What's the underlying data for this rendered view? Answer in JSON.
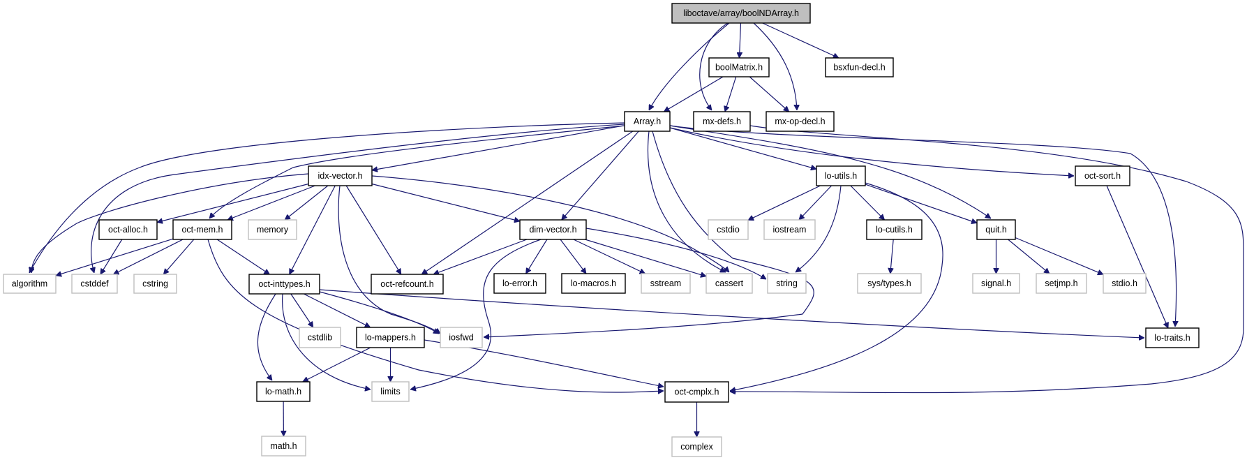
{
  "title": "liboctave/array/boolNDArray.h",
  "colors": {
    "edge": "#191970",
    "root_fill": "#bfbfbf",
    "project_border": "#000000",
    "system_border": "#bfbfbf"
  },
  "nodes": [
    {
      "id": "boolNDArray",
      "label": "liboctave/array/boolNDArray.h",
      "kind": "root"
    },
    {
      "id": "boolMatrix",
      "label": "boolMatrix.h",
      "kind": "project"
    },
    {
      "id": "bsxfun",
      "label": "bsxfun-decl.h",
      "kind": "project"
    },
    {
      "id": "Array",
      "label": "Array.h",
      "kind": "project"
    },
    {
      "id": "mxdefs",
      "label": "mx-defs.h",
      "kind": "project"
    },
    {
      "id": "mxopdecl",
      "label": "mx-op-decl.h",
      "kind": "project"
    },
    {
      "id": "idxvector",
      "label": "idx-vector.h",
      "kind": "project"
    },
    {
      "id": "loutils",
      "label": "lo-utils.h",
      "kind": "project"
    },
    {
      "id": "octsort",
      "label": "oct-sort.h",
      "kind": "project"
    },
    {
      "id": "octalloc",
      "label": "oct-alloc.h",
      "kind": "project"
    },
    {
      "id": "octmem",
      "label": "oct-mem.h",
      "kind": "project"
    },
    {
      "id": "memory",
      "label": "memory",
      "kind": "system"
    },
    {
      "id": "dimvector",
      "label": "dim-vector.h",
      "kind": "project"
    },
    {
      "id": "cstdio",
      "label": "cstdio",
      "kind": "system"
    },
    {
      "id": "iostream",
      "label": "iostream",
      "kind": "system"
    },
    {
      "id": "locutils",
      "label": "lo-cutils.h",
      "kind": "project"
    },
    {
      "id": "quit",
      "label": "quit.h",
      "kind": "project"
    },
    {
      "id": "algorithm",
      "label": "algorithm",
      "kind": "system"
    },
    {
      "id": "cstddef",
      "label": "cstddef",
      "kind": "system"
    },
    {
      "id": "cstring",
      "label": "cstring",
      "kind": "system"
    },
    {
      "id": "octinttypes",
      "label": "oct-inttypes.h",
      "kind": "project"
    },
    {
      "id": "octrefcount",
      "label": "oct-refcount.h",
      "kind": "project"
    },
    {
      "id": "loerror",
      "label": "lo-error.h",
      "kind": "project"
    },
    {
      "id": "lomacros",
      "label": "lo-macros.h",
      "kind": "project"
    },
    {
      "id": "sstream",
      "label": "sstream",
      "kind": "system"
    },
    {
      "id": "cassert",
      "label": "cassert",
      "kind": "system"
    },
    {
      "id": "string",
      "label": "string",
      "kind": "system"
    },
    {
      "id": "systypes",
      "label": "sys/types.h",
      "kind": "system"
    },
    {
      "id": "signal",
      "label": "signal.h",
      "kind": "system"
    },
    {
      "id": "setjmp",
      "label": "setjmp.h",
      "kind": "system"
    },
    {
      "id": "stdio",
      "label": "stdio.h",
      "kind": "system"
    },
    {
      "id": "cstdlib",
      "label": "cstdlib",
      "kind": "system"
    },
    {
      "id": "lomappers",
      "label": "lo-mappers.h",
      "kind": "project"
    },
    {
      "id": "iosfwd",
      "label": "iosfwd",
      "kind": "system"
    },
    {
      "id": "lotraits",
      "label": "lo-traits.h",
      "kind": "project"
    },
    {
      "id": "lomath",
      "label": "lo-math.h",
      "kind": "project"
    },
    {
      "id": "limits",
      "label": "limits",
      "kind": "system"
    },
    {
      "id": "octcmplx",
      "label": "oct-cmplx.h",
      "kind": "project"
    },
    {
      "id": "mathh",
      "label": "math.h",
      "kind": "system"
    },
    {
      "id": "complex",
      "label": "complex",
      "kind": "system"
    }
  ],
  "edges": [
    [
      "boolNDArray",
      "Array"
    ],
    [
      "boolNDArray",
      "boolMatrix"
    ],
    [
      "boolNDArray",
      "mxdefs"
    ],
    [
      "boolNDArray",
      "mxopdecl"
    ],
    [
      "boolNDArray",
      "bsxfun"
    ],
    [
      "boolMatrix",
      "Array"
    ],
    [
      "boolMatrix",
      "mxdefs"
    ],
    [
      "boolMatrix",
      "mxopdecl"
    ],
    [
      "mxdefs",
      "octcmplx"
    ],
    [
      "Array",
      "algorithm"
    ],
    [
      "Array",
      "cstddef"
    ],
    [
      "Array",
      "octmem"
    ],
    [
      "Array",
      "idxvector"
    ],
    [
      "Array",
      "octrefcount"
    ],
    [
      "Array",
      "dimvector"
    ],
    [
      "Array",
      "cassert"
    ],
    [
      "Array",
      "iosfwd"
    ],
    [
      "Array",
      "loutils"
    ],
    [
      "Array",
      "quit"
    ],
    [
      "Array",
      "octsort"
    ],
    [
      "Array",
      "lotraits"
    ],
    [
      "idxvector",
      "algorithm"
    ],
    [
      "idxvector",
      "octalloc"
    ],
    [
      "idxvector",
      "octmem"
    ],
    [
      "idxvector",
      "memory"
    ],
    [
      "idxvector",
      "octinttypes"
    ],
    [
      "idxvector",
      "iosfwd"
    ],
    [
      "idxvector",
      "octrefcount"
    ],
    [
      "idxvector",
      "dimvector"
    ],
    [
      "idxvector",
      "cassert"
    ],
    [
      "octalloc",
      "cstddef"
    ],
    [
      "octmem",
      "algorithm"
    ],
    [
      "octmem",
      "cstddef"
    ],
    [
      "octmem",
      "cstring"
    ],
    [
      "octmem",
      "octinttypes"
    ],
    [
      "octmem",
      "octcmplx"
    ],
    [
      "dimvector",
      "octrefcount"
    ],
    [
      "dimvector",
      "limits"
    ],
    [
      "dimvector",
      "loerror"
    ],
    [
      "dimvector",
      "lomacros"
    ],
    [
      "dimvector",
      "sstream"
    ],
    [
      "dimvector",
      "cassert"
    ],
    [
      "dimvector",
      "string"
    ],
    [
      "loutils",
      "cstdio"
    ],
    [
      "loutils",
      "iostream"
    ],
    [
      "loutils",
      "string"
    ],
    [
      "loutils",
      "locutils"
    ],
    [
      "loutils",
      "quit"
    ],
    [
      "loutils",
      "octcmplx"
    ],
    [
      "locutils",
      "systypes"
    ],
    [
      "quit",
      "signal"
    ],
    [
      "quit",
      "setjmp"
    ],
    [
      "quit",
      "stdio"
    ],
    [
      "octsort",
      "lotraits"
    ],
    [
      "octinttypes",
      "cstdlib"
    ],
    [
      "octinttypes",
      "lomappers"
    ],
    [
      "octinttypes",
      "iosfwd"
    ],
    [
      "octinttypes",
      "lomath"
    ],
    [
      "octinttypes",
      "limits"
    ],
    [
      "octinttypes",
      "lotraits"
    ],
    [
      "lomappers",
      "lomath"
    ],
    [
      "lomappers",
      "limits"
    ],
    [
      "lomappers",
      "octcmplx"
    ],
    [
      "lomath",
      "mathh"
    ],
    [
      "octcmplx",
      "complex"
    ]
  ]
}
